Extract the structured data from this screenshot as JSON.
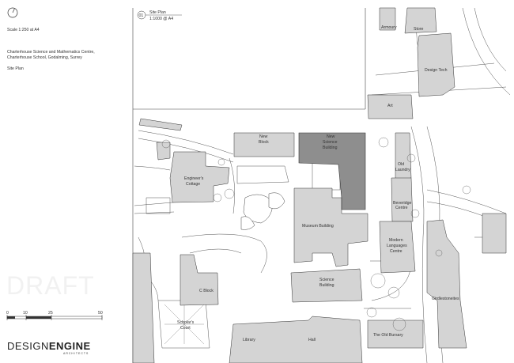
{
  "sheet": {
    "scale": "Scale 1:250 at A4",
    "project_line1": "Charterhouse Science and Mathematics Centre,",
    "project_line2": "Charterhouse School, Godalming, Surrey",
    "sheet_title": "Site Plan",
    "watermark": "DRAFT",
    "scale_ticks": [
      "0",
      "10",
      "25",
      "50"
    ],
    "logo_part1": "DESIGN",
    "logo_part2": "ENGINE",
    "logo_sub": "ARCHITECTS"
  },
  "view": {
    "number": "01",
    "title": "Site Plan",
    "scale": "1:1000 @ A4"
  },
  "buildings": {
    "armoury": "Armoury",
    "store": "Store",
    "design_tech": "Design Tech",
    "art": "Art",
    "new_block_1": "New",
    "new_block_2": "Block",
    "new_science_1": "New",
    "new_science_2": "Science",
    "new_science_3": "Building",
    "old_laundry_1": "Old",
    "old_laundry_2": "Laundry",
    "engineers_1": "Engineer's",
    "engineers_2": "Cottage",
    "beveridge_1": "Beveridge",
    "beveridge_2": "Centre",
    "museum": "Museum Building",
    "mlc_1": "Modern",
    "mlc_2": "Languages",
    "mlc_3": "Centre",
    "science_1": "Science",
    "science_2": "Building",
    "c_block": "C Block",
    "girdlestoneites": "Girdlestoneites",
    "scholars_1": "Scholar's",
    "scholars_2": "Court",
    "library": "Library",
    "hall": "Hall",
    "old_bursary": "The Old Bursary"
  }
}
